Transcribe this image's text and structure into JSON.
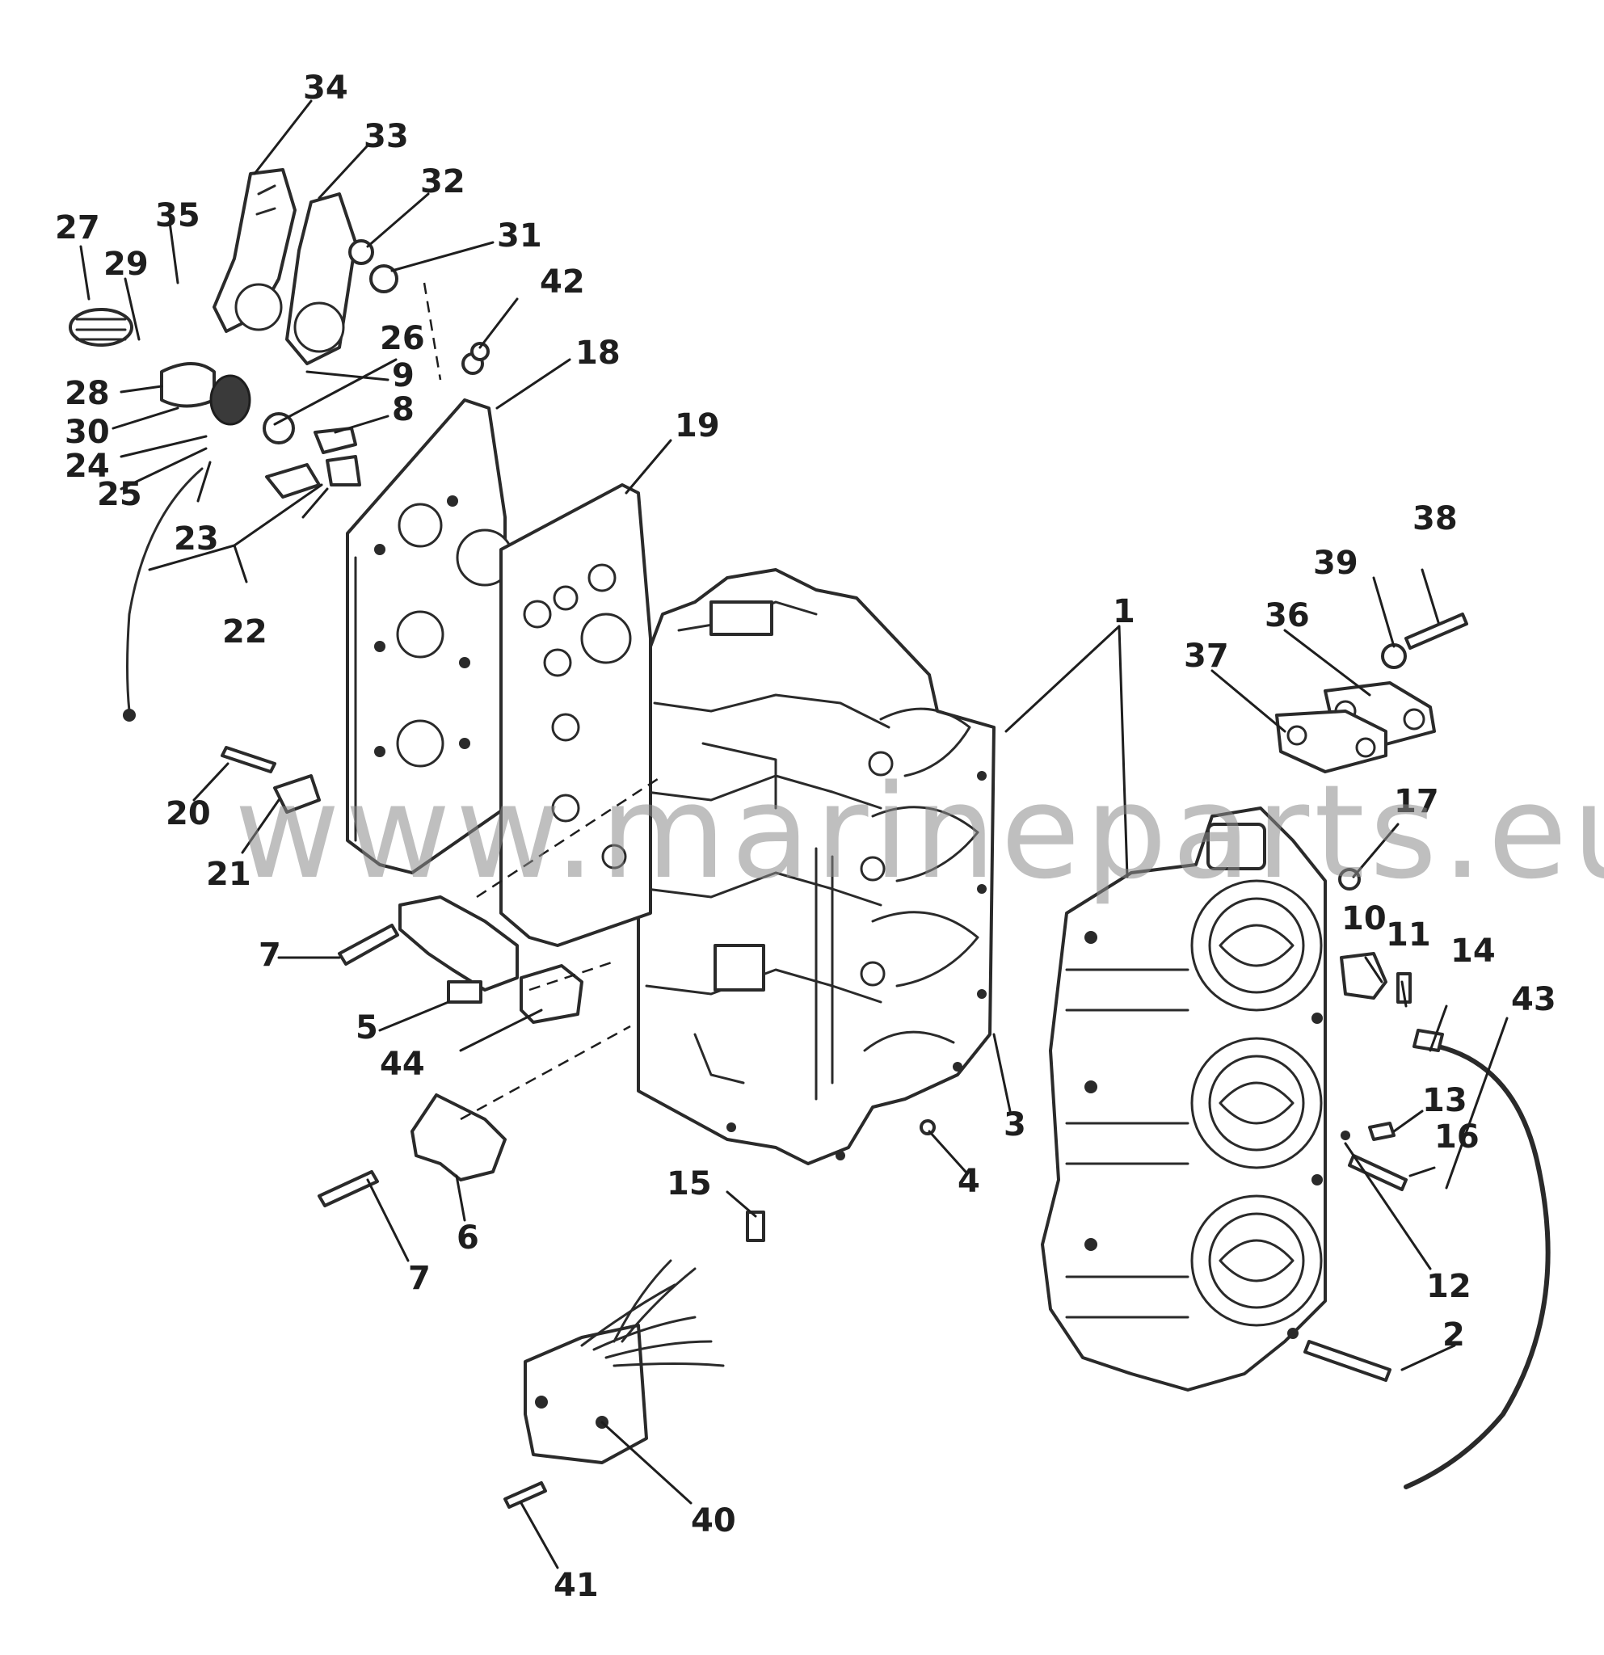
{
  "watermark": {
    "text": "www.marineparts.eu",
    "color": "#8a8a8a"
  },
  "callouts": [
    "1",
    "2",
    "3",
    "4",
    "5",
    "6",
    "7",
    "7",
    "8",
    "9",
    "10",
    "11",
    "12",
    "13",
    "14",
    "15",
    "16",
    "17",
    "18",
    "19",
    "20",
    "21",
    "22",
    "23",
    "24",
    "25",
    "26",
    "27",
    "28",
    "29",
    "30",
    "31",
    "32",
    "33",
    "34",
    "35",
    "36",
    "37",
    "38",
    "39",
    "40",
    "41",
    "42",
    "43",
    "44"
  ],
  "colors": {
    "line": "#2a2a2a",
    "background": "#ffffff"
  }
}
